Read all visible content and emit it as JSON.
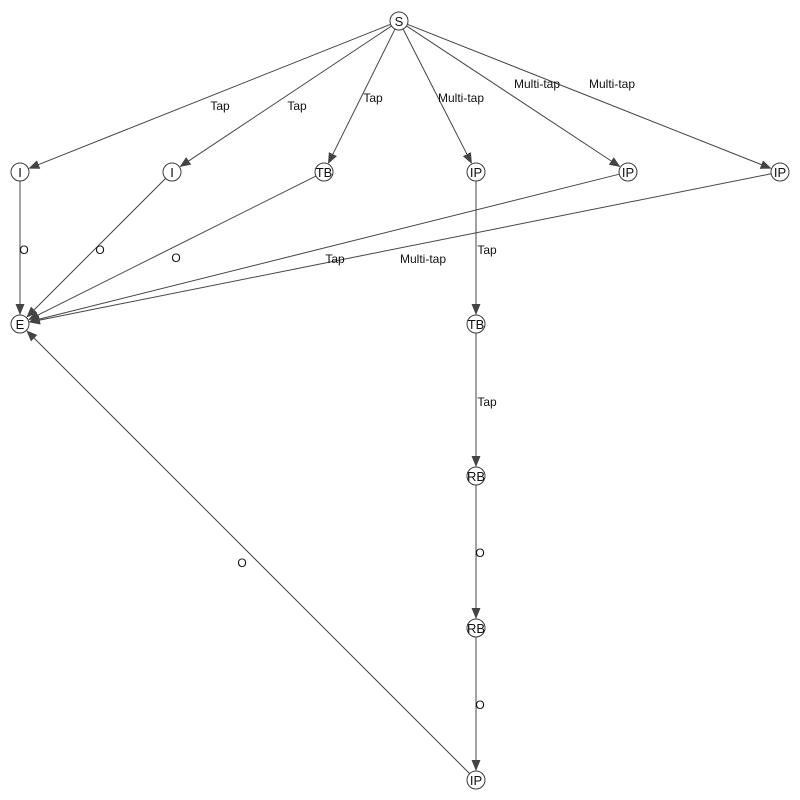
{
  "diagram": {
    "nodes": [
      {
        "id": "s",
        "label": "S"
      },
      {
        "id": "i1",
        "label": "I"
      },
      {
        "id": "i2",
        "label": "I"
      },
      {
        "id": "tb1",
        "label": "TB"
      },
      {
        "id": "ip1",
        "label": "IP"
      },
      {
        "id": "ip2",
        "label": "IP"
      },
      {
        "id": "ip3",
        "label": "IP"
      },
      {
        "id": "e",
        "label": "E"
      },
      {
        "id": "tb2",
        "label": "TB"
      },
      {
        "id": "rb1",
        "label": "RB"
      },
      {
        "id": "rb2",
        "label": "RB"
      },
      {
        "id": "ip4",
        "label": "IP"
      }
    ],
    "edges": [
      {
        "from": "s",
        "to": "i1",
        "label": "Tap"
      },
      {
        "from": "s",
        "to": "i2",
        "label": "Tap"
      },
      {
        "from": "s",
        "to": "tb1",
        "label": "Tap"
      },
      {
        "from": "s",
        "to": "ip1",
        "label": "Multi-tap"
      },
      {
        "from": "s",
        "to": "ip2",
        "label": "Multi-tap"
      },
      {
        "from": "s",
        "to": "ip3",
        "label": "Multi-tap"
      },
      {
        "from": "i1",
        "to": "e",
        "label": "O"
      },
      {
        "from": "i2",
        "to": "e",
        "label": "O"
      },
      {
        "from": "tb1",
        "to": "e",
        "label": "O"
      },
      {
        "from": "ip2",
        "to": "e",
        "label": "Tap"
      },
      {
        "from": "ip3",
        "to": "e",
        "label": "Multi-tap"
      },
      {
        "from": "ip1",
        "to": "tb2",
        "label": "Tap"
      },
      {
        "from": "tb2",
        "to": "rb1",
        "label": "Tap"
      },
      {
        "from": "rb1",
        "to": "rb2",
        "label": "O"
      },
      {
        "from": "rb2",
        "to": "ip4",
        "label": "O"
      },
      {
        "from": "ip4",
        "to": "e",
        "label": "O"
      }
    ]
  }
}
